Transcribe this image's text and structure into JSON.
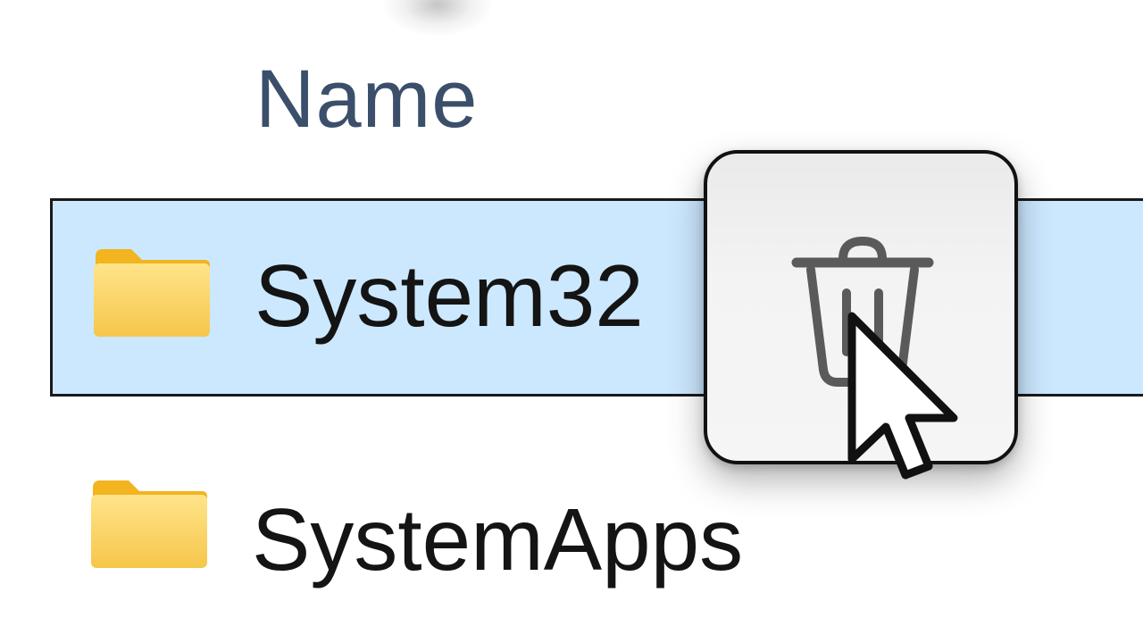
{
  "file_list": {
    "column_header": "Name",
    "rows": [
      {
        "name": "System32",
        "selected": true,
        "icon": "folder-icon"
      },
      {
        "name": "SystemApps",
        "selected": false,
        "icon": "folder-icon"
      }
    ]
  },
  "overlay": {
    "button_icon": "trash-icon",
    "pointer_icon": "cursor-icon"
  },
  "colors": {
    "selection": "#cce8ff",
    "folder": "#f8cd55",
    "header_text": "#3b4f6b"
  }
}
